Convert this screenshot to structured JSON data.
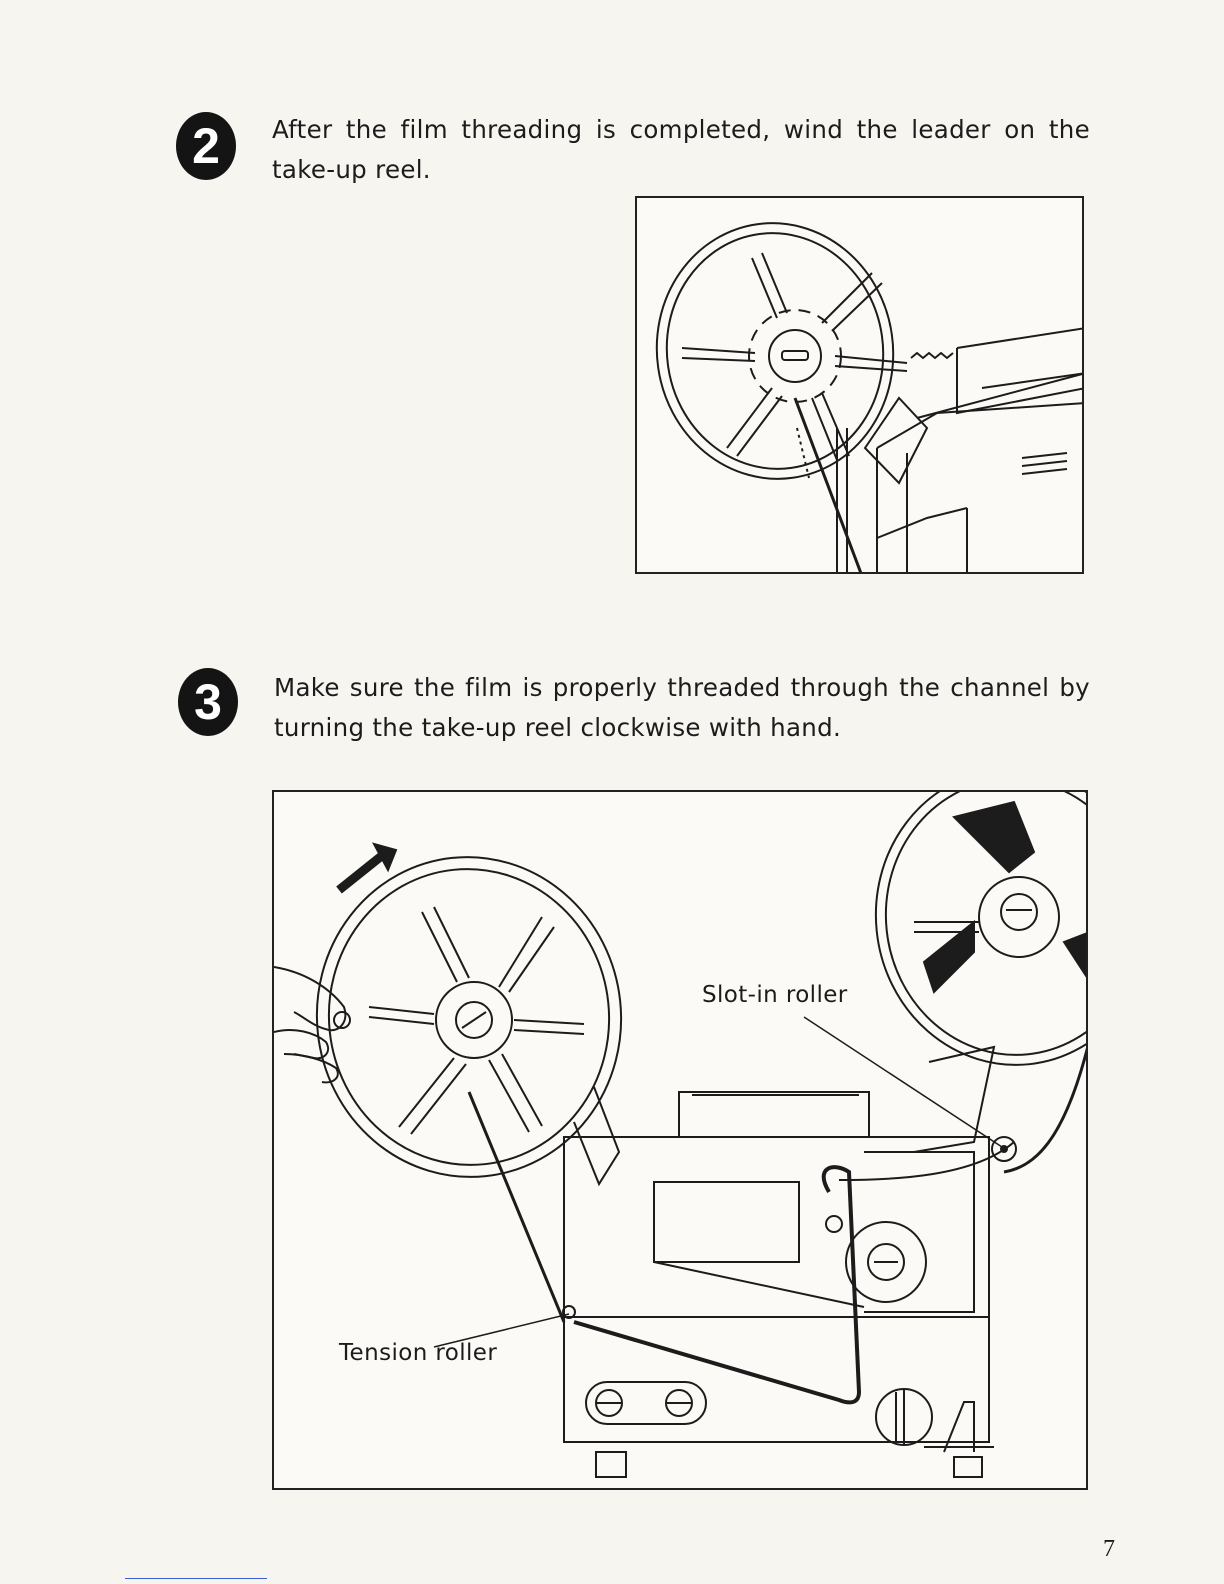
{
  "steps": [
    {
      "number": "2",
      "text": "After the film threading is completed, wind the leader on the take-up reel."
    },
    {
      "number": "3",
      "text": "Make sure the film is properly threaded through the channel by turning the take-up reel clockwise with hand."
    }
  ],
  "figure2": {},
  "figure3": {
    "callouts": {
      "slot_in_roller": "Slot-in roller",
      "tension_roller": "Tension roller"
    }
  },
  "page_number": "7"
}
